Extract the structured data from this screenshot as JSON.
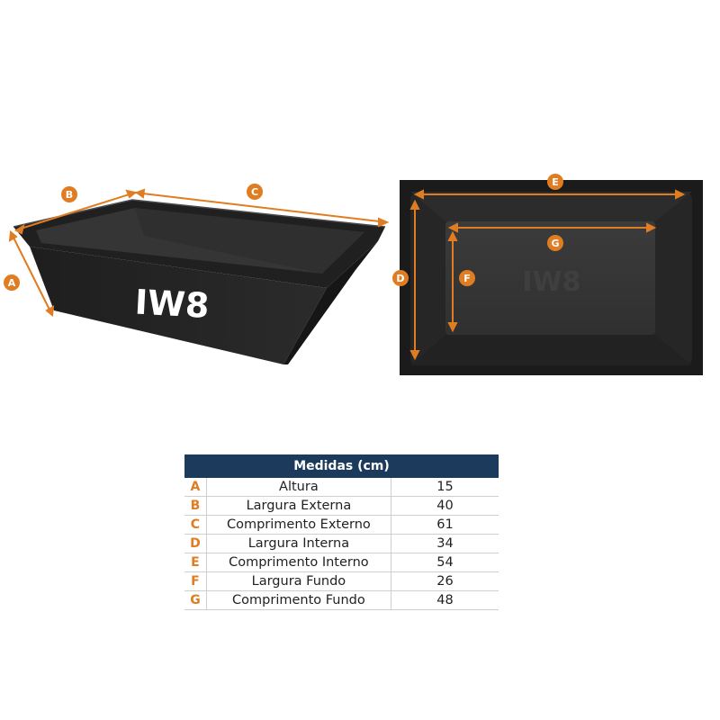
{
  "brand": {
    "logo_text": "IW8"
  },
  "accent_color": "#e07d22",
  "header_color": "#1c3a5c",
  "markers": {
    "A": "A",
    "B": "B",
    "C": "C",
    "D": "D",
    "E": "E",
    "F": "F",
    "G": "G"
  },
  "table": {
    "title": "Medidas (cm)",
    "rows": [
      {
        "letter": "A",
        "label": "Altura",
        "value": "15"
      },
      {
        "letter": "B",
        "label": "Largura Externa",
        "value": "40"
      },
      {
        "letter": "C",
        "label": "Comprimento Externo",
        "value": "61"
      },
      {
        "letter": "D",
        "label": "Largura Interna",
        "value": "34"
      },
      {
        "letter": "E",
        "label": "Comprimento Interno",
        "value": "54"
      },
      {
        "letter": "F",
        "label": "Largura Fundo",
        "value": "26"
      },
      {
        "letter": "G",
        "label": "Comprimento Fundo",
        "value": "48"
      }
    ]
  }
}
